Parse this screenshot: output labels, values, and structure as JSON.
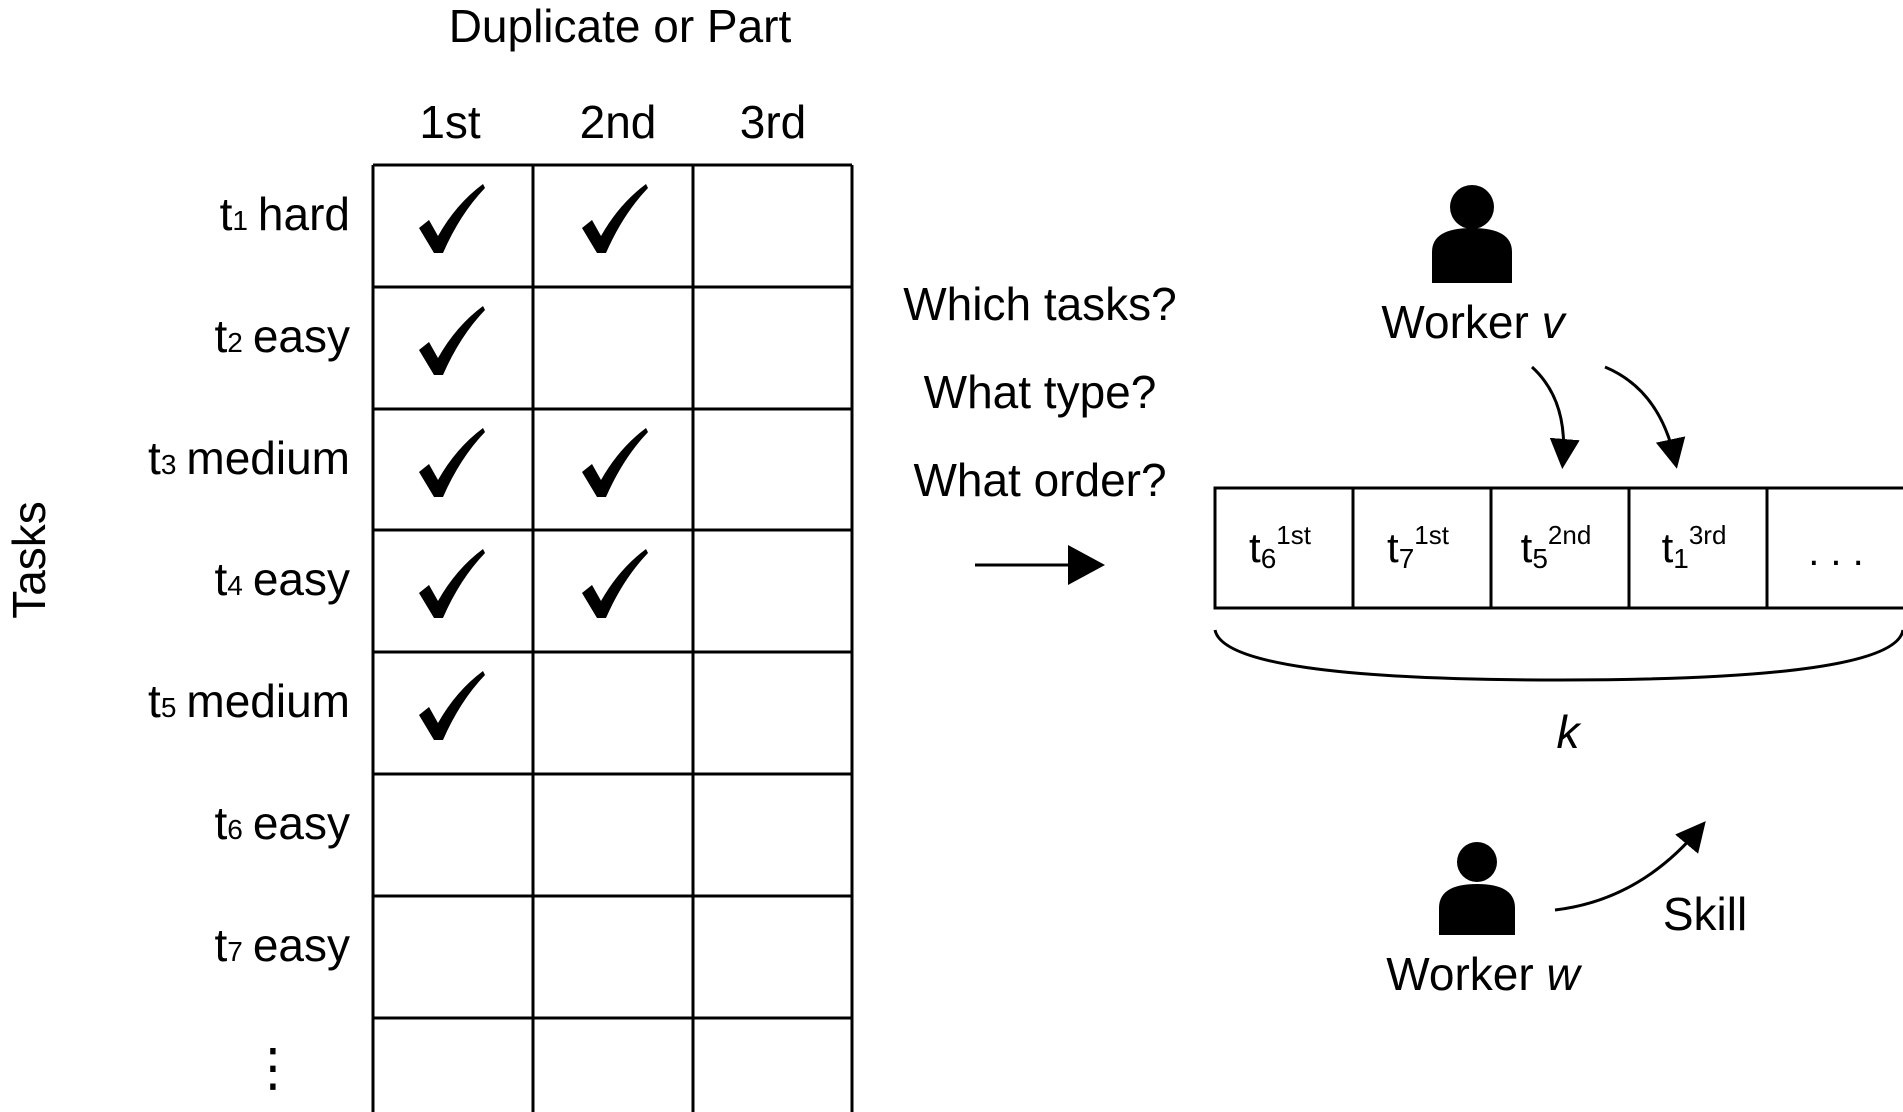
{
  "header": {
    "title": "Duplicate or Part",
    "columns": [
      "1st",
      "2nd",
      "3rd"
    ]
  },
  "axis_label": "Tasks",
  "tasks": [
    {
      "name": "t",
      "index": "1",
      "difficulty": "hard",
      "checks": [
        true,
        true,
        false
      ]
    },
    {
      "name": "t",
      "index": "2",
      "difficulty": "easy",
      "checks": [
        true,
        false,
        false
      ]
    },
    {
      "name": "t",
      "index": "3",
      "difficulty": "medium",
      "checks": [
        true,
        true,
        false
      ]
    },
    {
      "name": "t",
      "index": "4",
      "difficulty": "easy",
      "checks": [
        true,
        true,
        false
      ]
    },
    {
      "name": "t",
      "index": "5",
      "difficulty": "medium",
      "checks": [
        true,
        false,
        false
      ]
    },
    {
      "name": "t",
      "index": "6",
      "difficulty": "easy",
      "checks": [
        false,
        false,
        false
      ]
    },
    {
      "name": "t",
      "index": "7",
      "difficulty": "easy",
      "checks": [
        false,
        false,
        false
      ]
    }
  ],
  "more_rows": "⋮",
  "questions": [
    "Which tasks?",
    "What type?",
    "What order?"
  ],
  "sequence": {
    "cells": [
      {
        "task": "t",
        "index": "6",
        "type": "1st"
      },
      {
        "task": "t",
        "index": "7",
        "type": "1st"
      },
      {
        "task": "t",
        "index": "5",
        "type": "2nd"
      },
      {
        "task": "t",
        "index": "1",
        "type": "3rd"
      }
    ],
    "ellipsis": ". . .",
    "length_label": "k"
  },
  "worker_v": {
    "prefix": "Worker ",
    "var": "v"
  },
  "worker_w": {
    "prefix": "Worker ",
    "var": "w"
  },
  "skill_label": "Skill",
  "icons": {
    "person": "person-icon",
    "check": "checkmark-icon",
    "arrow": "arrow-icon"
  }
}
